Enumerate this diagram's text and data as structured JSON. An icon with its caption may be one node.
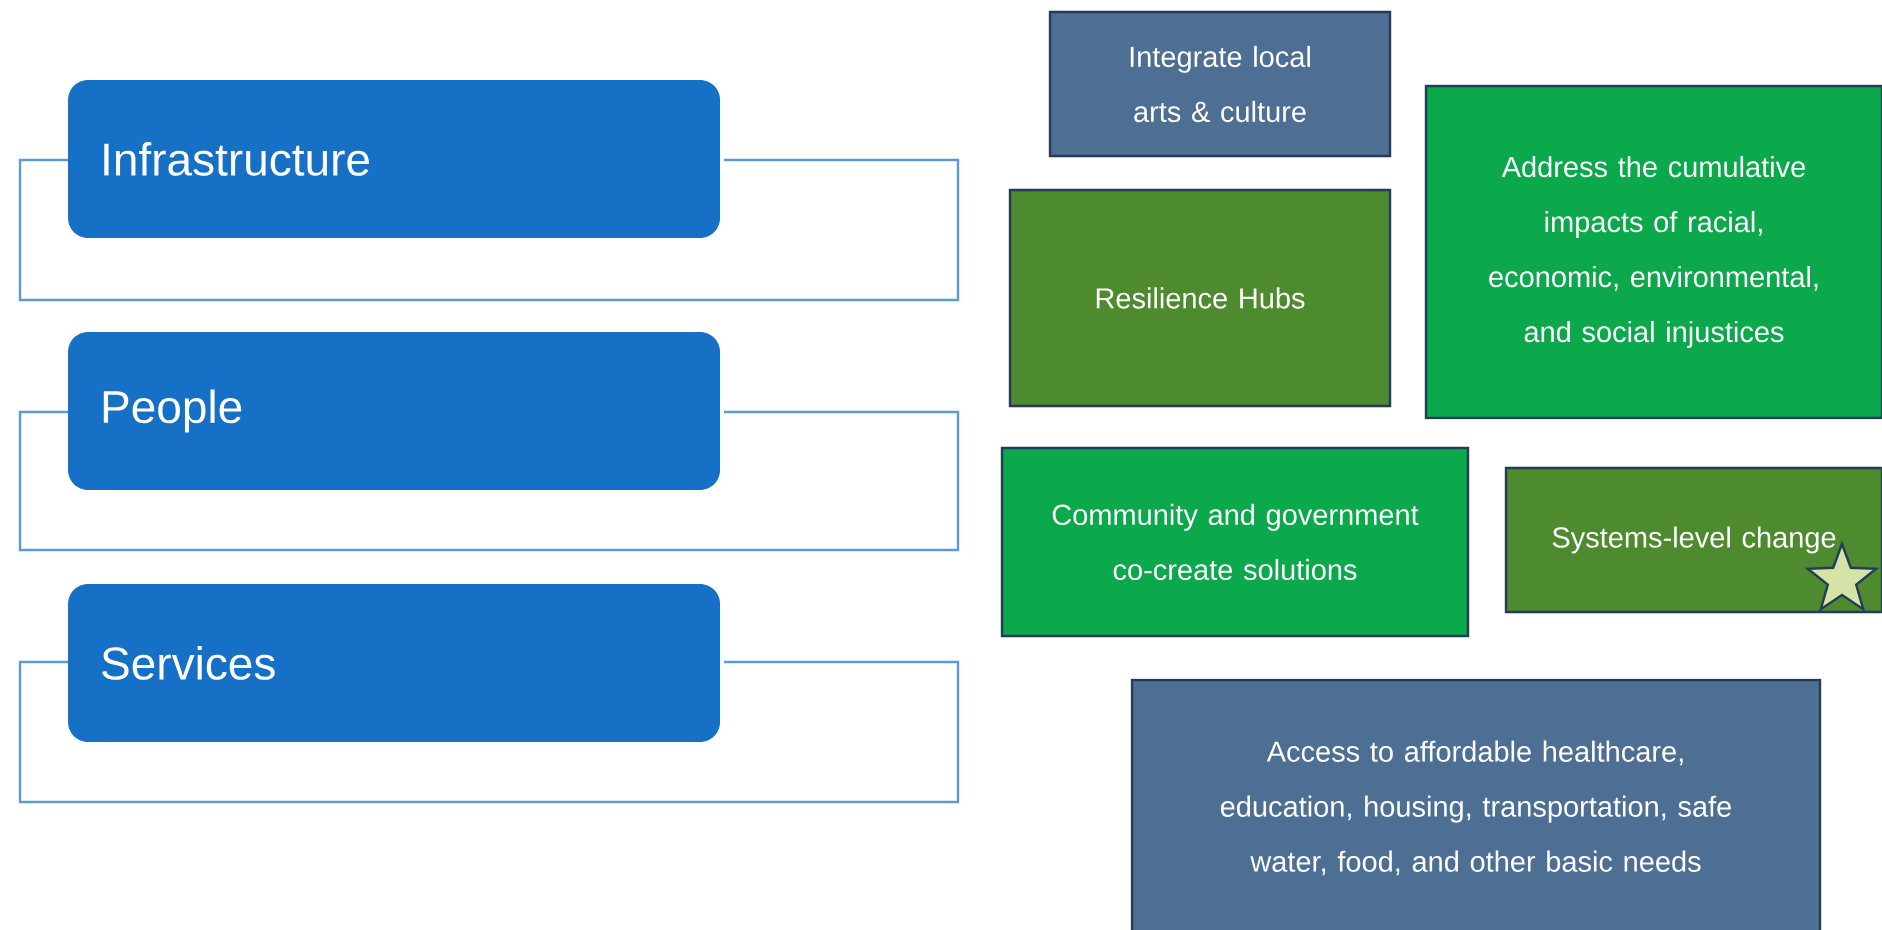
{
  "diagram": {
    "nodes": [
      {
        "text": [
          "Infrastructure"
        ]
      },
      {
        "text": [
          "People"
        ]
      },
      {
        "text": [
          "Services"
        ]
      },
      {
        "text": [
          "Integrate local arts & culture"
        ]
      },
      {
        "text": [
          "Resilience Hubs"
        ]
      },
      {
        "text": [
          "Address the cumulative impacts of racial, economic, environmental, and social injustices"
        ]
      },
      {
        "text": [
          "Community and government co-create solutions"
        ]
      },
      {
        "text": [
          "Systems-level change"
        ]
      },
      {
        "text": [
          "Access to affordable healthcare, education, housing, transportation, safe water, food, and other basic needs"
        ]
      }
    ]
  }
}
